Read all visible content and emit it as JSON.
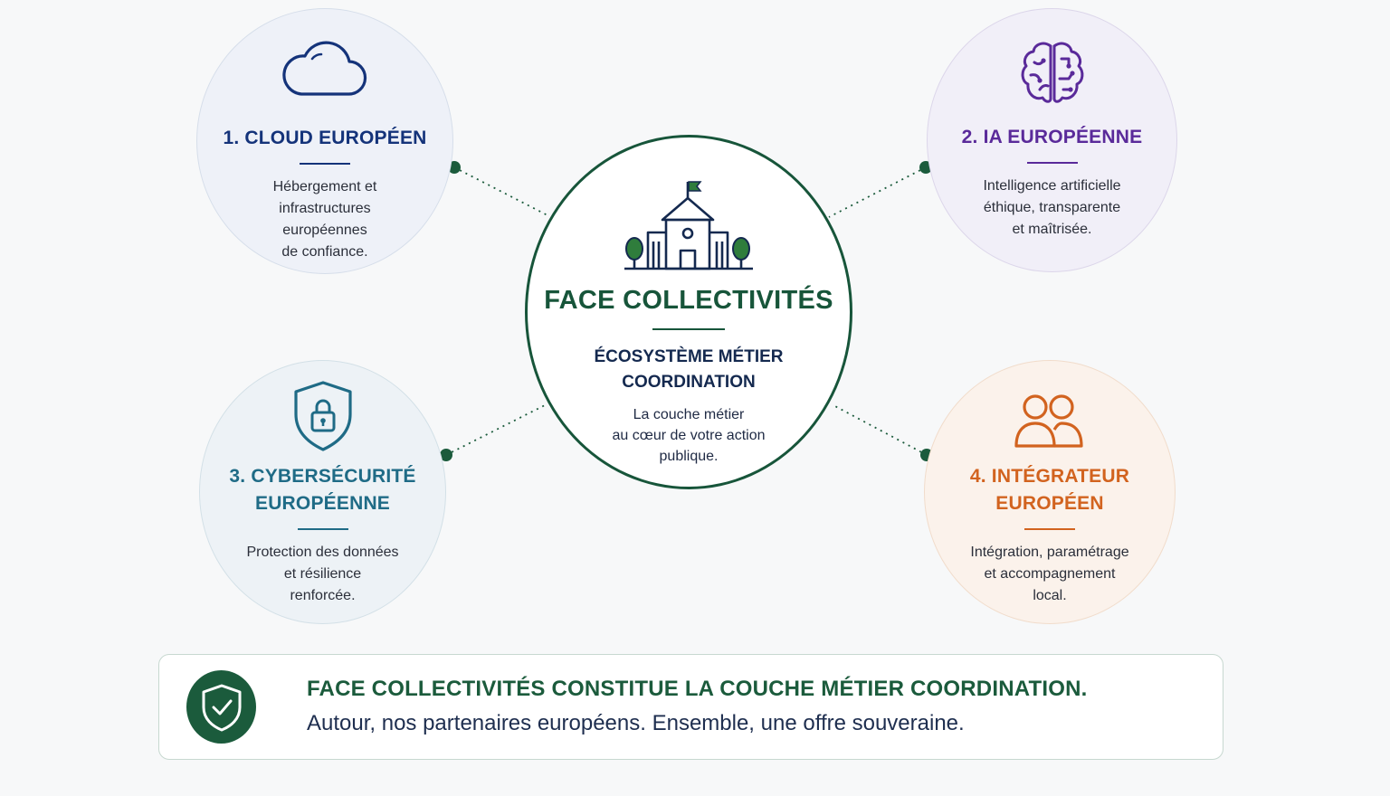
{
  "center": {
    "title": "FACE COLLECTIVITÉS",
    "subtitle": "ÉCOSYSTÈME MÉTIER\nCOORDINATION",
    "description": "La couche métier\nau cœur de votre action\npublique.",
    "icon": "town-hall-icon"
  },
  "cards": {
    "cloud": {
      "title": "1. CLOUD EUROPÉEN",
      "description": "Hébergement et\ninfrastructures\neuropéennes\nde confiance.",
      "icon": "cloud-icon",
      "color": "#14337a"
    },
    "ia": {
      "title": "2. IA EUROPÉENNE",
      "description": "Intelligence artificielle\néthique, transparente\net maîtrisée.",
      "icon": "brain-icon",
      "color": "#5a2a9a"
    },
    "cyber": {
      "title_line1": "3. CYBERSÉCURITÉ",
      "title_line2": "EUROPÉENNE",
      "description": "Protection des données\net résilience\nrenforcée.",
      "icon": "shield-lock-icon",
      "color": "#1f6b86"
    },
    "integrateur": {
      "title_line1": "4. INTÉGRATEUR",
      "title_line2": "EUROPÉEN",
      "description": "Intégration, paramétrage\net accompagnement\nlocal.",
      "icon": "users-icon",
      "color": "#d2631f"
    }
  },
  "banner": {
    "title": "FACE COLLECTIVITÉS CONSTITUE LA COUCHE MÉTIER COORDINATION.",
    "subtitle": "Autour, nos partenaires européens. Ensemble, une offre souveraine.",
    "icon": "shield-check-icon"
  },
  "colors": {
    "primary_green": "#17553a",
    "navy": "#14294f"
  }
}
